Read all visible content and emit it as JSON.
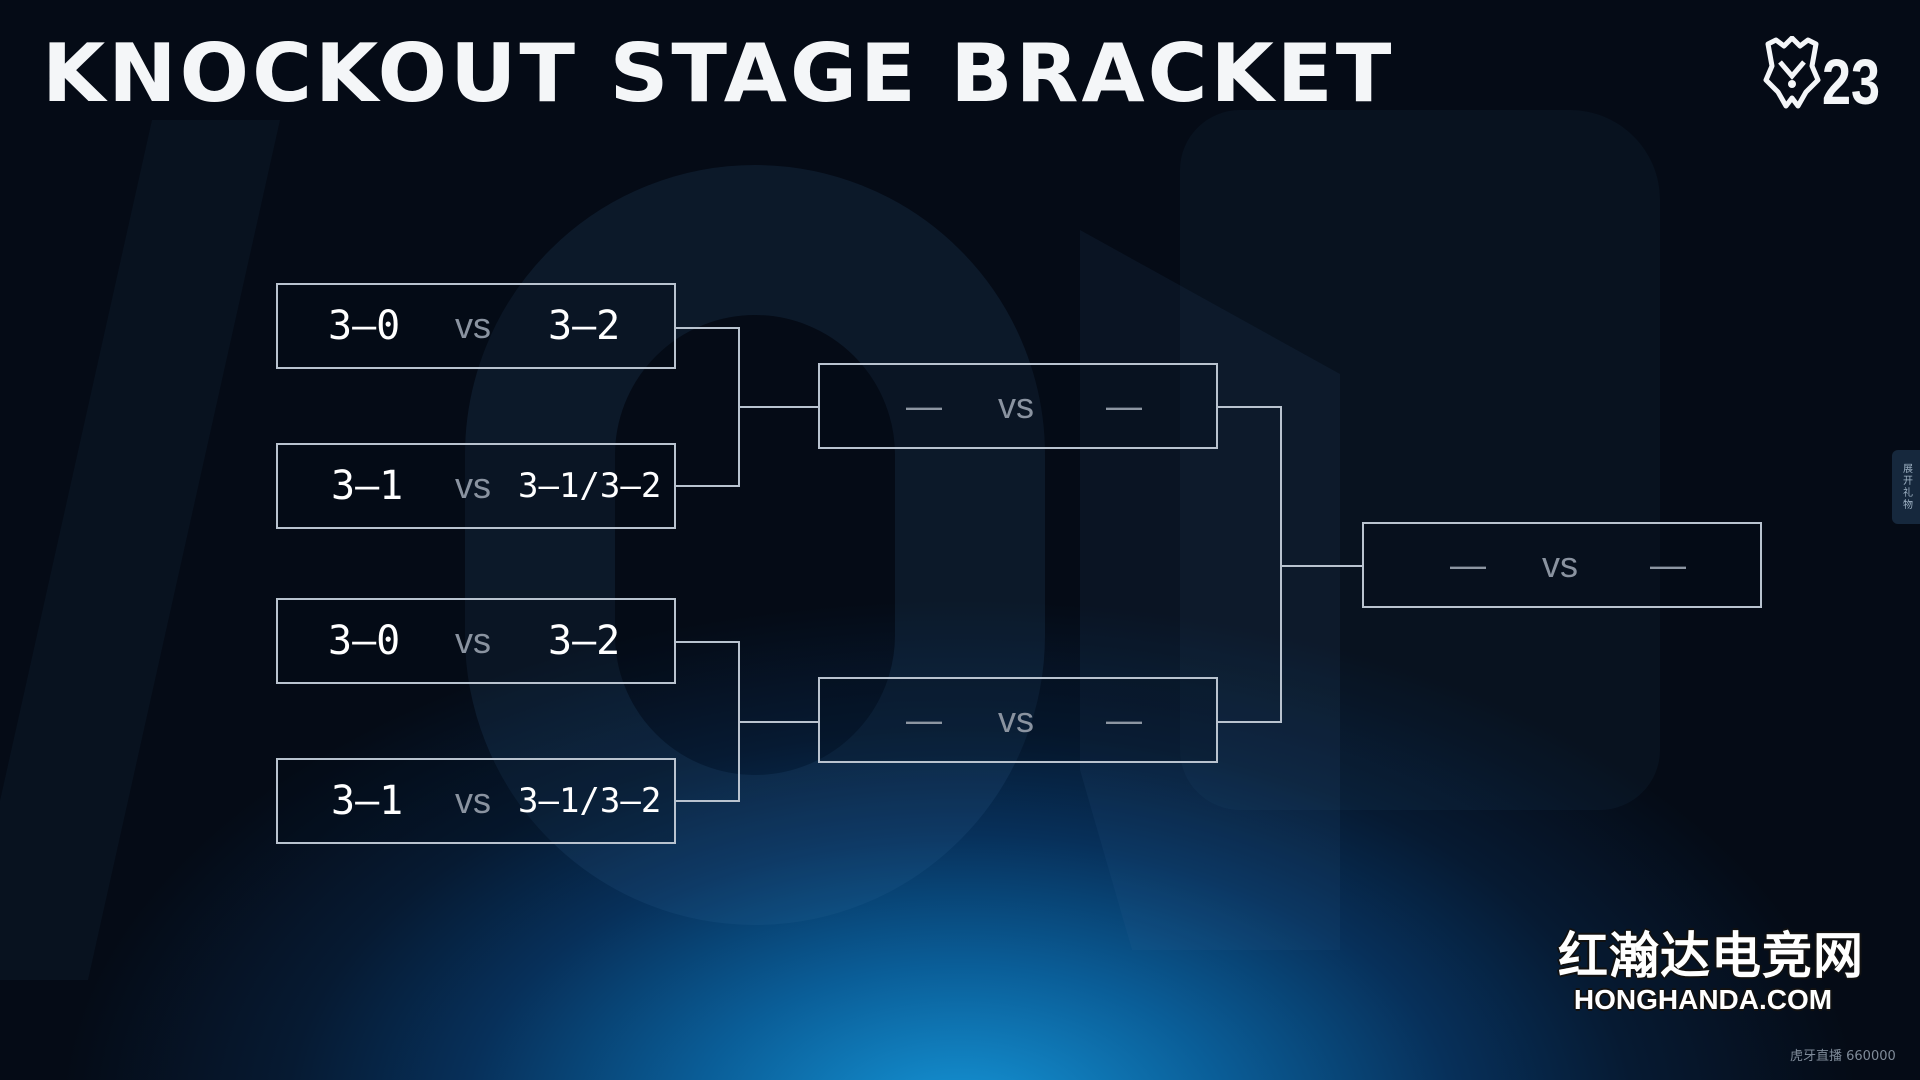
{
  "header": {
    "title": "KNOCKOUT STAGE BRACKET",
    "logo_number": "23"
  },
  "icons": {
    "logo": "worlds-crest-icon"
  },
  "bracket": {
    "quarterfinals": [
      {
        "team_a": "3–0",
        "vs": "vs",
        "team_b": "3–2"
      },
      {
        "team_a": "3–1",
        "vs": "vs",
        "team_b": "3–1/3–2"
      },
      {
        "team_a": "3–0",
        "vs": "vs",
        "team_b": "3–2"
      },
      {
        "team_a": "3–1",
        "vs": "vs",
        "team_b": "3–1/3–2"
      }
    ],
    "semifinals": [
      {
        "team_a": "—",
        "vs": "vs",
        "team_b": "—"
      },
      {
        "team_a": "—",
        "vs": "vs",
        "team_b": "—"
      }
    ],
    "final": {
      "team_a": "—",
      "vs": "vs",
      "team_b": "—"
    }
  },
  "side_tab": {
    "label": "展开礼物"
  },
  "watermark": {
    "chinese": "红瀚达电竞网",
    "english": "HONGHANDA.COM"
  },
  "stream_info": "虎牙直播 660000",
  "colors": {
    "line": "#b9c3cf",
    "text": "#ffffff",
    "muted": "#8a93a0",
    "glow": "#1596d8"
  }
}
